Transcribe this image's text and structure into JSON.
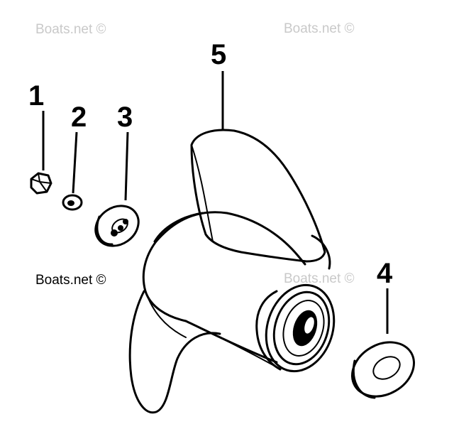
{
  "watermarks": {
    "top_left": "Boats.net ©",
    "top_right": "Boats.net ©",
    "mid_left": "Boats.net ©",
    "mid_right": "Boats.net ©"
  },
  "callouts": [
    {
      "label": "1",
      "part": "nut"
    },
    {
      "label": "2",
      "part": "washer"
    },
    {
      "label": "3",
      "part": "spacer"
    },
    {
      "label": "4",
      "part": "thrust-washer"
    },
    {
      "label": "5",
      "part": "propeller"
    }
  ]
}
